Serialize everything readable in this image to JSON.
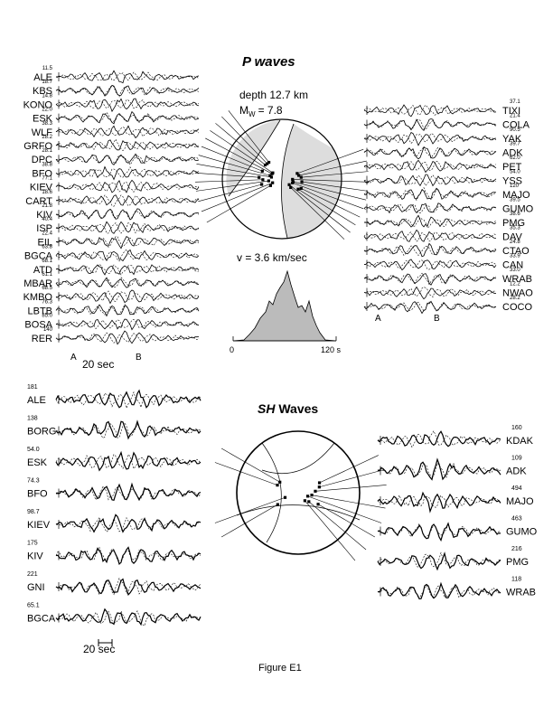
{
  "p_section": {
    "title": "P waves",
    "depth_text": "depth  12.7  km",
    "mw_text": "M",
    "mw_sub": "W",
    "mw_value": "= 7.8",
    "velocity_text": "v  =  3.6  km/sec",
    "stf_axis_start": "0",
    "stf_axis_end": "120 s",
    "time_scale": "20  sec",
    "markers": {
      "a": "A",
      "b": "B"
    },
    "left_stations": [
      {
        "code": "ALE",
        "azimuth": "11.5"
      },
      {
        "code": "KBS",
        "azimuth": "18.7"
      },
      {
        "code": "KONO",
        "azimuth": "14.8"
      },
      {
        "code": "ESK",
        "azimuth": "22.0"
      },
      {
        "code": "WLF",
        "azimuth": "38.3"
      },
      {
        "code": "GRFO",
        "azimuth": "28.2"
      },
      {
        "code": "DPC",
        "azimuth": "28.1"
      },
      {
        "code": "BFO",
        "azimuth": "38.8"
      },
      {
        "code": "KIEV",
        "azimuth": "77.1"
      },
      {
        "code": "CART",
        "azimuth": "18.6"
      },
      {
        "code": "KIV",
        "azimuth": "21.8"
      },
      {
        "code": "ISP",
        "azimuth": "40.4"
      },
      {
        "code": "EIL",
        "azimuth": "22.4"
      },
      {
        "code": "BGCA",
        "azimuth": "63.8"
      },
      {
        "code": "ATD",
        "azimuth": "68.1"
      },
      {
        "code": "MBAR",
        "azimuth": "61.1"
      },
      {
        "code": "KMBO",
        "azimuth": "68.5"
      },
      {
        "code": "LBTB",
        "azimuth": "76.3"
      },
      {
        "code": "BOSA",
        "azimuth": "85.0"
      },
      {
        "code": "RER",
        "azimuth": "140"
      }
    ],
    "right_stations": [
      {
        "code": "TIXI",
        "azimuth": "37.1"
      },
      {
        "code": "COLA",
        "azimuth": "21.4"
      },
      {
        "code": "YAK",
        "azimuth": "90.5"
      },
      {
        "code": "ADK",
        "azimuth": "39.7"
      },
      {
        "code": "PET",
        "azimuth": "62.0"
      },
      {
        "code": "YSS",
        "azimuth": "54.0"
      },
      {
        "code": "MAJO",
        "azimuth": "120"
      },
      {
        "code": "GUMO",
        "azimuth": "39.5"
      },
      {
        "code": "PMG",
        "azimuth": "38.6"
      },
      {
        "code": "DAV",
        "azimuth": "35.3"
      },
      {
        "code": "CTAO",
        "azimuth": "24.8"
      },
      {
        "code": "CAN",
        "azimuth": "33.9"
      },
      {
        "code": "WRAB",
        "azimuth": "33.0"
      },
      {
        "code": "NWAO",
        "azimuth": "12.2"
      },
      {
        "code": "COCO",
        "azimuth": "28.2"
      }
    ]
  },
  "sh_section": {
    "title_italic": "SH",
    "title_rest": " Waves",
    "time_scale": "20  sec",
    "left_stations": [
      {
        "code": "ALE",
        "azimuth": "181"
      },
      {
        "code": "BORG",
        "azimuth": "138"
      },
      {
        "code": "ESK",
        "azimuth": "54.0"
      },
      {
        "code": "BFO",
        "azimuth": "74.3"
      },
      {
        "code": "KIEV",
        "azimuth": "98.7"
      },
      {
        "code": "KIV",
        "azimuth": "175"
      },
      {
        "code": "GNI",
        "azimuth": "221"
      },
      {
        "code": "BGCA",
        "azimuth": "65.1"
      }
    ],
    "right_stations": [
      {
        "code": "KDAK",
        "azimuth": "160"
      },
      {
        "code": "ADK",
        "azimuth": "109"
      },
      {
        "code": "MAJO",
        "azimuth": "494"
      },
      {
        "code": "GUMO",
        "azimuth": "463"
      },
      {
        "code": "PMG",
        "azimuth": "216"
      },
      {
        "code": "WRAB",
        "azimuth": "118"
      }
    ]
  },
  "caption": "Figure E1"
}
